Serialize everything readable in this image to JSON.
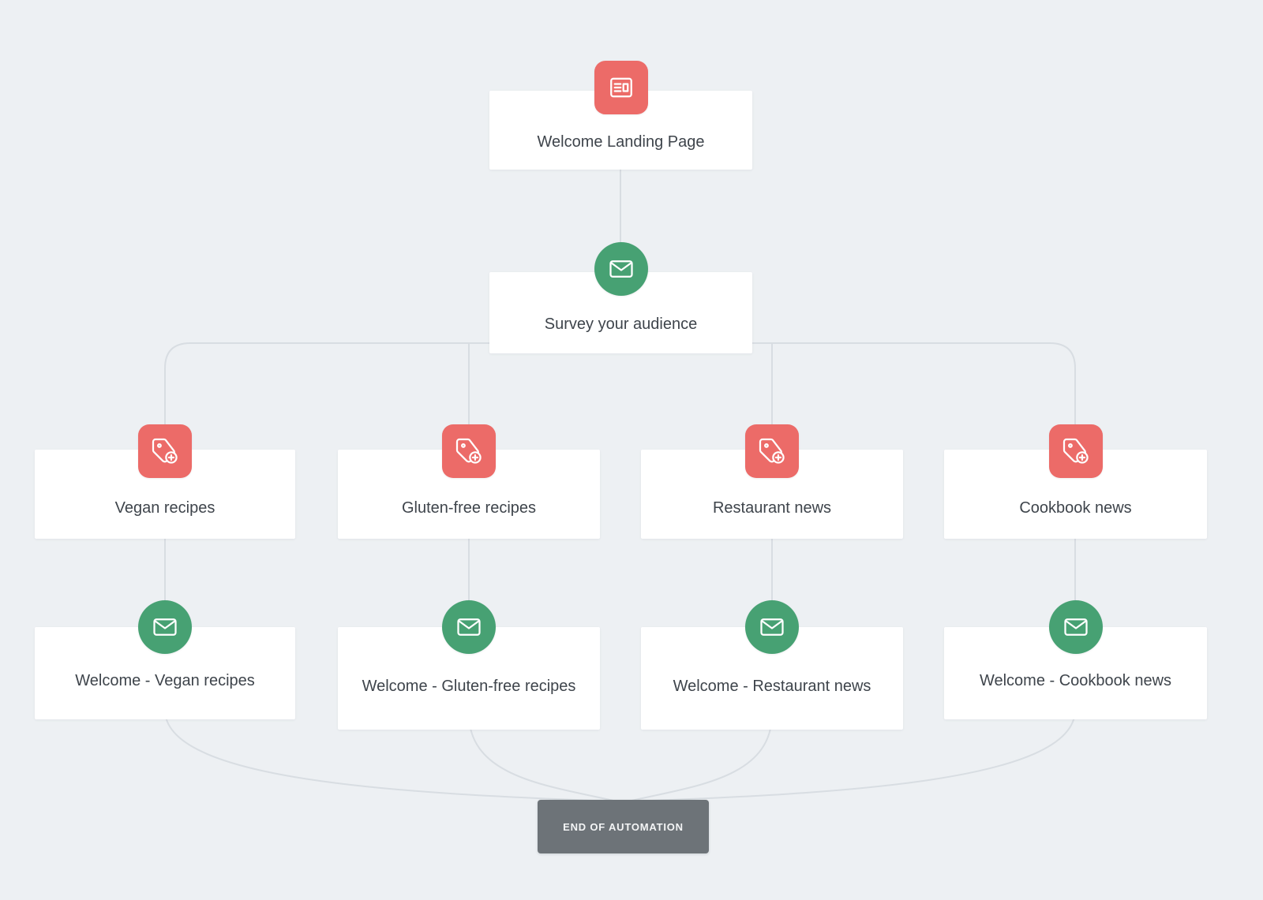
{
  "canvas": {
    "background": "#edf0f3"
  },
  "colors": {
    "tag_icon_bg": "#ec6b68",
    "email_icon_bg": "#47a173",
    "card_bg": "#ffffff",
    "connector": "#d8dde2",
    "end_bg": "#6d7378",
    "label_text": "#3e444b"
  },
  "nodes": {
    "landing": {
      "label": "Welcome Landing Page",
      "icon": "landing-page-icon"
    },
    "survey": {
      "label": "Survey your audience",
      "icon": "email-icon"
    },
    "tags": [
      {
        "label": "Vegan recipes",
        "icon": "tag-add-icon"
      },
      {
        "label": "Gluten-free recipes",
        "icon": "tag-add-icon"
      },
      {
        "label": "Restaurant news",
        "icon": "tag-add-icon"
      },
      {
        "label": "Cookbook news",
        "icon": "tag-add-icon"
      }
    ],
    "emails": [
      {
        "label": "Welcome - Vegan recipes",
        "icon": "email-icon"
      },
      {
        "label": "Welcome - Gluten-free recipes",
        "icon": "email-icon"
      },
      {
        "label": "Welcome - Restaurant news",
        "icon": "email-icon"
      },
      {
        "label": "Welcome - Cookbook news",
        "icon": "email-icon"
      }
    ],
    "end": {
      "label": "END OF AUTOMATION"
    }
  }
}
